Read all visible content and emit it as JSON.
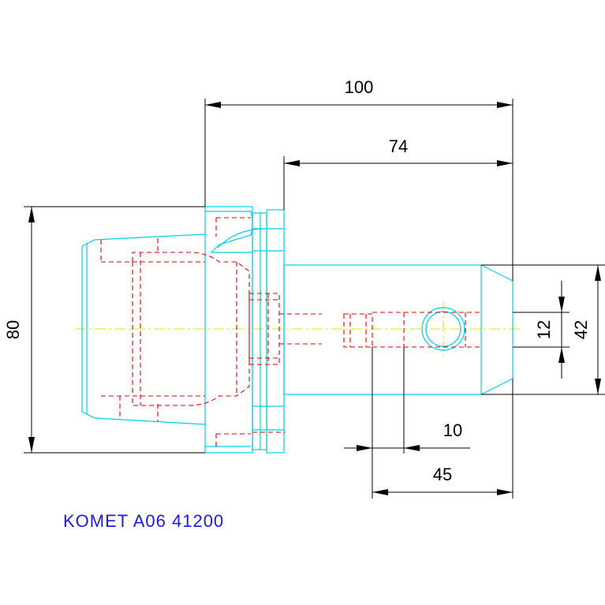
{
  "drawing": {
    "dimensions": {
      "overall_length": "100",
      "shank_length": "74",
      "flange_diameter": "80",
      "bore_diameter": "12",
      "shank_diameter": "42",
      "screw_offset": "10",
      "screw_position": "45"
    },
    "caption": "KOMET A06 41200",
    "colors": {
      "outline": "#00cfe8",
      "hidden_lines": "#e00000",
      "centerline": "#e6e600",
      "dimensions": "#000000",
      "caption": "#1a1ae6"
    }
  }
}
